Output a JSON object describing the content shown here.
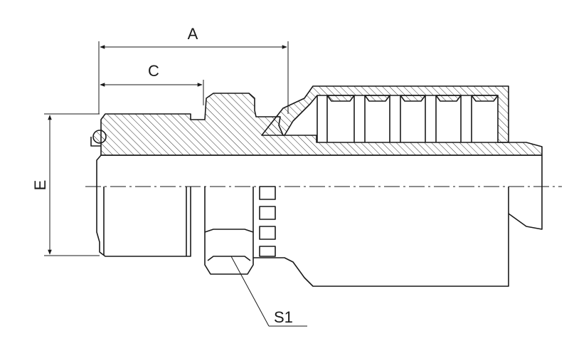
{
  "dimensions": {
    "a": "A",
    "c": "C",
    "e": "E",
    "s1": "S1"
  },
  "colors": {
    "line": "#1a1a1a",
    "background": "#ffffff"
  }
}
